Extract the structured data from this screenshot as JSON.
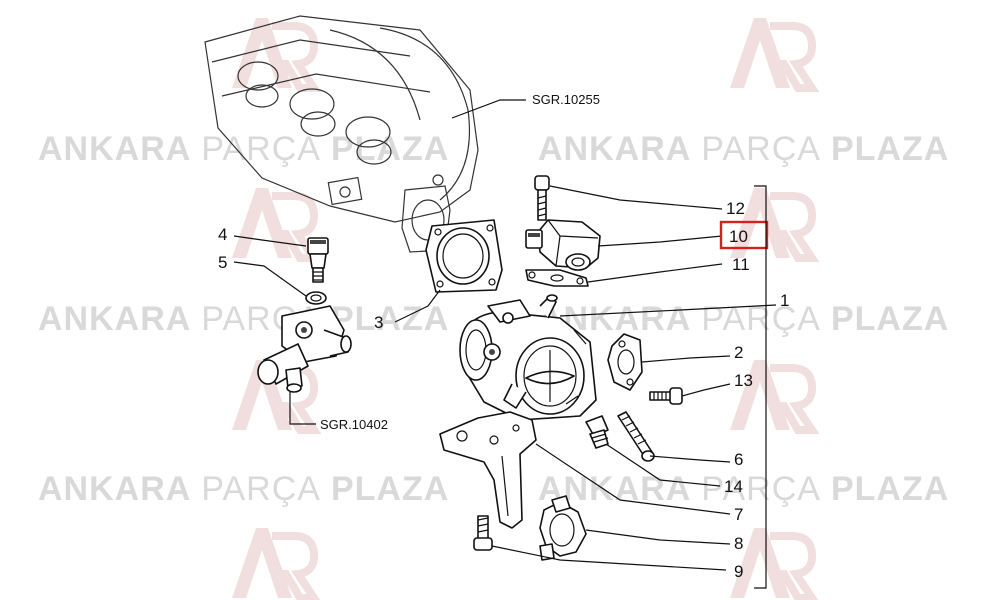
{
  "watermark": {
    "brand_strong_1": "ANKARA",
    "brand_light": "PARÇA",
    "brand_strong_2": "PLAZA",
    "color_text": "#d9d9d9",
    "color_logo": "#e8c8c8"
  },
  "references": {
    "manifold": "SGR.10255",
    "coolant_housing": "SGR.10402"
  },
  "callouts": {
    "c1": "1",
    "c2": "2",
    "c3": "3",
    "c4": "4",
    "c5": "5",
    "c6": "6",
    "c7": "7",
    "c8": "8",
    "c9": "9",
    "c10": "10",
    "c11": "11",
    "c12": "12",
    "c13": "13",
    "c14": "14"
  },
  "highlight": {
    "target": "10",
    "color": "#d62020"
  }
}
